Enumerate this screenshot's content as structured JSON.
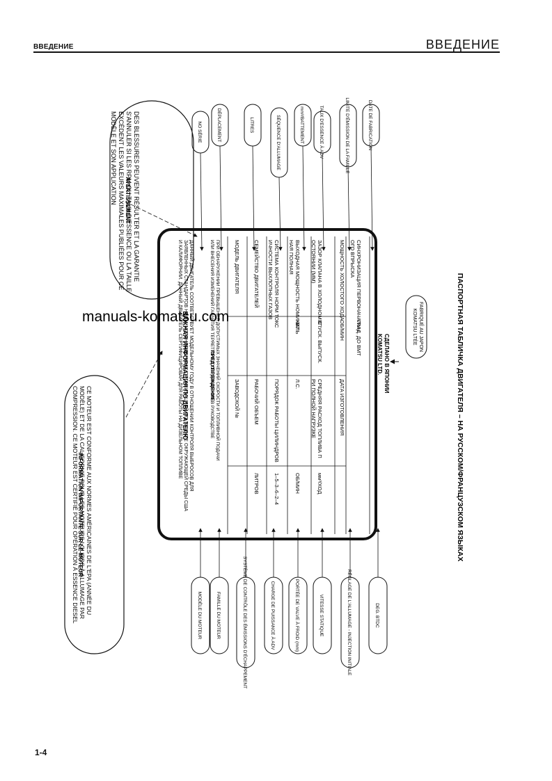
{
  "header": {
    "section_small": "ВВЕДЕНИЕ",
    "section_large": "ВВЕДЕНИЕ"
  },
  "footer": {
    "page_number": "1-4"
  },
  "watermark": "manuals-komatsu.com",
  "figure_title": "ПАСПОРТНАЯ ТАБЛИЧКА ДВИГАТЕЛЯ – НА РУССКОМ/ФРАНЦУЗСКОМ ЯЗЫКАХ",
  "plate": {
    "title": "ВАЖНАЯ ИНФОРМАЦИЯ ПО ДВИГАТЕЛЮ",
    "intro": [
      "ДАННЫЙ ДВИГАТЕЛЬ СООТВЕТСТВУЕТ МОДЕЛЬНОМУ ГОДУ В ОТНОШЕНИИ КОНТРОЛЯ ВЫБРОСОВ ДЛЯ",
      "ЗАЯВЛЕННЫХ СТАНДАРТОВ НОРМ, УСТАНОВЛЕННЫХ ОРГАНИЗАЦИЕЙ ПО ЗАЩИТЕ ОКРУЖАЮЩЕЙ СРЕДЫ США",
      "И КАЛИФОРНИИ. ДАННЫЙ ДВИГАТЕЛЬ СЕРТИФИЦИРОВАН ДЛЯ РАБОТЫ НА ДИЗЕЛЬНОМ ТОПЛИВЕ"
    ],
    "caution_title": "ПРЕДУПРЕЖДЕНИЕ",
    "caution": [
      "ПРИ ОБНАРУЖЕНИИ ПРЕВЫШЕНИЯ ДОПУСТИМЫХ ЗНАЧЕНИЙ СКОРОСТИ И ТОПЛИВНОЙ ПОДАЧИ",
      "ИЛИ ВНЕСЕНИЯ ИЗМЕНЕНИЙ ГАРАНТИЯ ТЕРЯЕТ СИЛУ. СВЕДЕНИЯ СМ. В РУКОВОДСТВЕ"
    ],
    "rows": [
      {
        "left": "МОДЕЛЬ ДВИГАТЕЛЯ",
        "mid": "",
        "right": "ЗАВОДСКОЙ №",
        "right_val": ""
      },
      {
        "left": "СЕМЕЙСТВО ДВИГАТЕЛЕЙ",
        "mid": "",
        "right": "РАБОЧИЙ ОБЪЕМ",
        "right_val": "ЛИТРОВ"
      },
      {
        "left": "СИСТЕМА КОНТРОЛЯ НОРМ ТОКСИЧНОСТИ ВЫХЛОПНЫХ ГАЗОВ",
        "mid": "",
        "right": "ПОРЯДОК РАБОТЫ ЦИЛИНДРОВ",
        "right_val": "1–5–3–6–2–4"
      },
      {
        "left": "ВЫХОДНАЯ МОЩНОСТЬ НОМИНАЛЬНАЯ ПОЛНАЯ",
        "mid": "КВТ",
        "right": "Л.С.",
        "right_val": "ОБ/МИН"
      },
      {
        "left": "ЗАЗОР КЛАПАНА В ХОЛОДНОМ СОСТОЯНИИ (ММ)",
        "mid": "ВПУСК.  ВЫПУСК.",
        "right": "СРЕДНЯЯ РАСХОД ТОПЛИВА ПРИ ПОЛНОЙ НАГРУЗКЕ",
        "right_val": "мм³/ХОД"
      },
      {
        "left": "МОЩНОСТЬ ХОЛОСТОГО ХОДА",
        "mid": "ОБ/МИН",
        "right": "ДАТА ИЗГОТОВЛЕНИЯ",
        "right_val": ""
      },
      {
        "left": "СИНХРОНИЗАЦИЯ ПЕРВОНАЧАЛЬНОГО ВПРЫСКА",
        "mid": "ГРАД. ДО ВМТ",
        "right": "",
        "right_val": ""
      }
    ],
    "maker_ru": [
      "KOMATSU LTD.",
      "СДЕЛАНО В ЯПОНИИ"
    ]
  },
  "callouts_fr": {
    "info_title": "INFORMATION IMPORTANTE SUR LE MOTEUR",
    "info_text": [
      "CE MOTEUR EST CONFORME AUX NORMES AMÉRICAINES DE L'EPA (ANNÉE DU",
      "MODÈLE) ET DE LA CALIFORNIE POUR LES MOTEURS LOURDS À ALLUMAGE PAR",
      "COMPRESSION. CE MOTEUR EST CERTIFIÉ POUR OPÉRATION À ESSENCE DIESEL"
    ],
    "warning_title": "AVERTISSEMENT",
    "warning_text": [
      "DES BLESSURES PEUVENT RÉSULTER ET LA GARANTIE",
      "S'ANNULER SI LES RPM OU TAUX D'ESSENCE OU LA TAILLE",
      "EXCÈDENT LES VALEURS MAXIMALES PUBLIÉES POUR CE",
      "MODÈLE ET SON APPLICATION"
    ],
    "top": [
      "NO SÉRIE",
      "DÉPLACEMENT",
      "LITRES",
      "SÉQUENCE D'ALLUMAGE",
      "mm³/BATTEMENT",
      "TAUX D'ESSENCE À ADV",
      "LIMITE D'ÉMISSION DE LA FAMILLE",
      "DATE DE FABRICATION"
    ],
    "bottom": [
      "MODÈLE DU MOTEUR",
      "FAMILLE DU MOTEUR",
      "SYSTÈME DE CONTRÔLE DES ÉMISSIONS D'ÉCHAPPEMENT",
      "CHARGE DE PUISSANCE À ADV",
      "PORTÉE DE VALVE À FROID (mm)",
      "VITESSE STATIQUE",
      "RÉGLAGE DE L'ALLUMAGE - INJECTION INITIALE",
      "DEG. BTDC"
    ],
    "maker_fr": [
      "KOMATSU LTÉE",
      "FABRIQUÉ AU JAPON"
    ]
  }
}
